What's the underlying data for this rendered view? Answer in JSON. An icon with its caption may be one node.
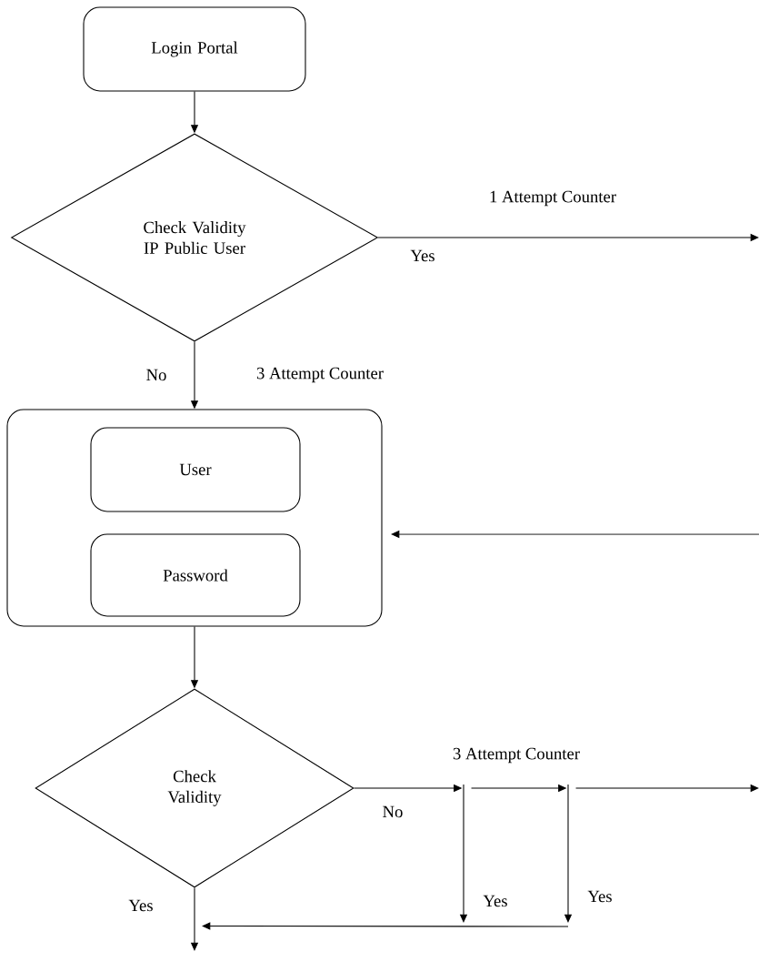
{
  "diagram": {
    "nodes": [
      {
        "text": [
          "Login Portal"
        ]
      },
      {
        "text": [
          "Check Validity IP Public User"
        ]
      },
      {
        "text": [],
        "shape": "box"
      },
      {
        "text": [
          "User"
        ],
        "in": 2
      },
      {
        "text": [
          "Password"
        ],
        "in": 2
      },
      {
        "text": [
          "Check Validity"
        ]
      },
      {
        "text": [],
        "shape": "bar",
        "beside": [
          "Yes"
        ]
      },
      {
        "text": [],
        "shape": "bar",
        "beside": [
          "Yes"
        ]
      }
    ],
    "edges": [
      {
        "from": 0,
        "to": 1,
        "arrow": "to"
      },
      {
        "from": 1,
        "to": null,
        "arrow": "to",
        "label": "Yes"
      },
      {
        "from": 1,
        "to": 2,
        "arrow": "to",
        "label": "No"
      },
      {
        "from": null,
        "to": 2,
        "arrow": "to"
      },
      {
        "from": 2,
        "to": 5,
        "arrow": "to"
      },
      {
        "from": 5,
        "to": 6,
        "arrow": "to",
        "label": "No"
      },
      {
        "from": 6,
        "to": 7,
        "arrow": "to"
      },
      {
        "from": 7,
        "to": null,
        "arrow": "to"
      },
      {
        "from": 7,
        "to": null,
        "arrow": "to"
      },
      {
        "from": 5,
        "to": null,
        "arrow": "to",
        "label": "Yes"
      }
    ],
    "labels": [
      "1 Attempt Counter",
      "3 Attempt Counter",
      "3 Attempt Counter"
    ]
  }
}
